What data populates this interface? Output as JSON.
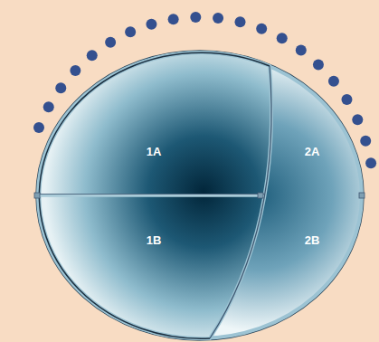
{
  "diagram": {
    "nodes": [
      {
        "text": [
          "1A"
        ]
      },
      {
        "text": [
          "2A"
        ]
      },
      {
        "text": [
          "1B"
        ]
      },
      {
        "text": [
          "2B"
        ]
      }
    ]
  }
}
